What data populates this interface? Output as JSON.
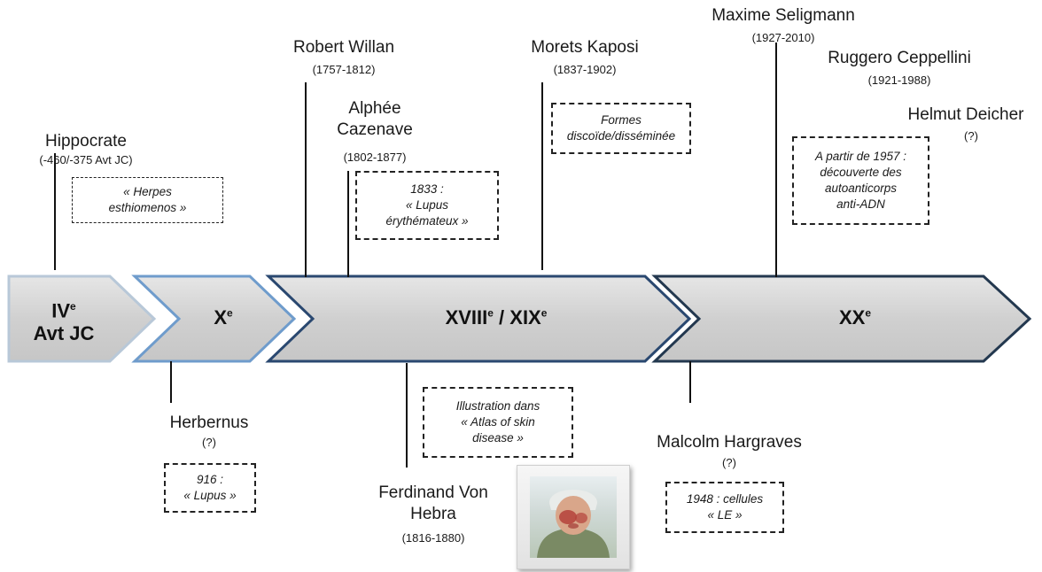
{
  "eras": [
    {
      "line1": "IV",
      "sup": "e",
      "line2": "Avt JC"
    },
    {
      "line1": "X",
      "sup": "e",
      "line2": ""
    },
    {
      "line1": "XVIII",
      "sup": "e",
      "mid": " / XIX",
      "sup2": "e"
    },
    {
      "line1": "XX",
      "sup": "e",
      "line2": ""
    }
  ],
  "people": {
    "hippocrate": {
      "name": "Hippocrate",
      "dates": "(-460/-375 Avt JC)",
      "note": [
        "« Herpes",
        "esthiomenos »"
      ]
    },
    "herbernus": {
      "name": "Herbernus",
      "dates": "(?)",
      "note": [
        "916 :",
        "« Lupus »"
      ]
    },
    "willan": {
      "name": "Robert Willan",
      "dates": "(1757-1812)"
    },
    "cazenave": {
      "name1": "Alphée",
      "name2": "Cazenave",
      "dates": "(1802-1877)",
      "note": [
        "1833 :",
        "« Lupus",
        "érythémateux »"
      ]
    },
    "hebra": {
      "name1": "Ferdinand Von",
      "name2": "Hebra",
      "dates": "(1816-1880)",
      "note": [
        "Illustration dans",
        "« Atlas of skin",
        "disease »"
      ]
    },
    "kaposi": {
      "name": "Morets Kaposi",
      "dates": "(1837-1902)",
      "note": [
        "Formes",
        "discoïde/disséminée"
      ]
    },
    "hargraves": {
      "name": "Malcolm Hargraves",
      "dates": "(?)",
      "note": [
        "1948 : cellules",
        "« LE »"
      ]
    },
    "seligmann": {
      "name": "Maxime Seligmann",
      "dates": "(1927-2010)"
    },
    "ceppellini": {
      "name": "Ruggero Ceppellini",
      "dates": "(1921-1988)"
    },
    "deicher": {
      "name": "Helmut Deicher",
      "dates": "(?)",
      "note": [
        "A partir de 1957 :",
        "découverte des",
        "autoanticorps",
        "anti-ADN"
      ]
    }
  }
}
